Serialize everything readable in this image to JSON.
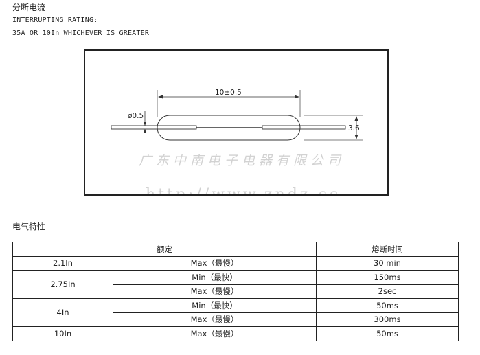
{
  "heading_interrupt": "分断电流",
  "interrupt_line1": "INTERRUPTING RATING:",
  "interrupt_line2": "35A OR 10In WHICHEVER IS GREATER",
  "diagram": {
    "length_label": "10±0.5",
    "wire_label": "ø0.5",
    "diameter_label": "3.6",
    "watermark_company": "广东中南电子电器有限公司",
    "watermark_url": "http://www.zndz.cc"
  },
  "heading_electrical": "电气特性",
  "table": {
    "headers": [
      "额定",
      "熔断时间"
    ],
    "groups": [
      {
        "rating": "2.1In",
        "rows": [
          {
            "condition": "Max（最慢）",
            "time": "30 min"
          }
        ]
      },
      {
        "rating": "2.75In",
        "rows": [
          {
            "condition": "Min（最快）",
            "time": "150ms"
          },
          {
            "condition": "Max（最慢）",
            "time": "2sec"
          }
        ]
      },
      {
        "rating": "4In",
        "rows": [
          {
            "condition": "Min（最快）",
            "time": "50ms"
          },
          {
            "condition": "Max（最慢）",
            "time": "300ms"
          }
        ]
      },
      {
        "rating": "10In",
        "rows": [
          {
            "condition": "Max（最慢）",
            "time": "50ms"
          }
        ]
      }
    ]
  }
}
